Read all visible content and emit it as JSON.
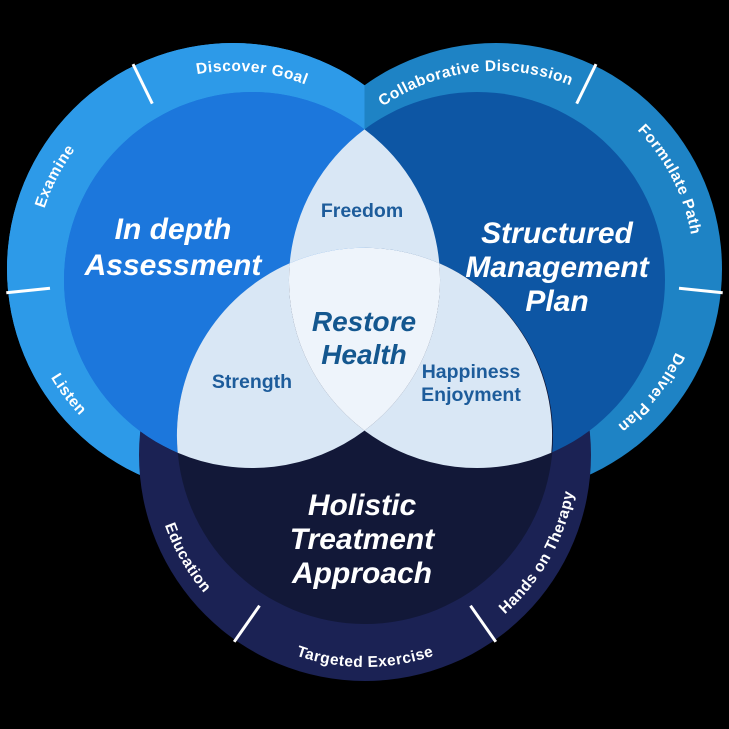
{
  "venn": {
    "left_circle": {
      "title": [
        "In depth",
        "Assessment"
      ],
      "ring_segments": [
        "Examine",
        "Discover Goal",
        "Listen"
      ],
      "ring_color": "#2D9AE8",
      "fill_color": "#1C77DC"
    },
    "right_circle": {
      "title": [
        "Structured",
        "Management",
        "Plan"
      ],
      "ring_segments": [
        "Collaborative Discussion",
        "Formulate Path",
        "Deliver Plan"
      ],
      "ring_color": "#1E83C5",
      "fill_color": "#0D56A4"
    },
    "bottom_circle": {
      "title": [
        "Holistic",
        "Treatment",
        "Approach"
      ],
      "ring_segments": [
        "Education",
        "Targeted Exercise",
        "Hands on Therapy"
      ],
      "ring_color": "#1B2254",
      "fill_color": "#121838"
    },
    "overlaps": {
      "center": [
        "Restore",
        "Health"
      ],
      "top": "Freedom",
      "left": "Strength",
      "right": [
        "Happiness",
        "Enjoyment"
      ],
      "pair_color": "#D9E7F5",
      "center_color": "#EEF4FB",
      "label_color": "#1D5C9B",
      "center_label_color": "#14578F"
    },
    "divider_color": "#FFFFFF",
    "label_text_color": "#FFFFFF"
  }
}
